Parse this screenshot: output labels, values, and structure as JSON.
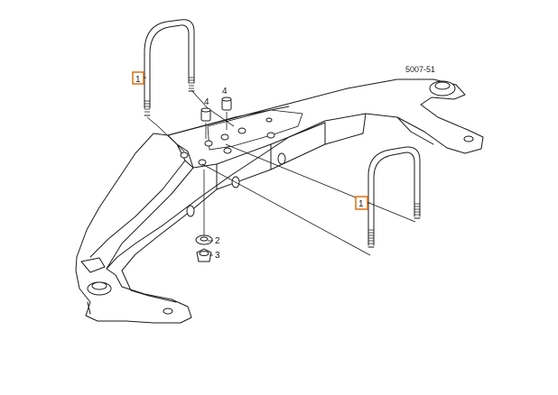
{
  "diagram": {
    "reference_code": "5007-51",
    "callouts": [
      {
        "label": "1",
        "color": "#e07a1f"
      },
      {
        "label": "1",
        "color": "#e07a1f"
      }
    ],
    "part_labels": [
      "4",
      "4",
      "2",
      "3"
    ]
  }
}
